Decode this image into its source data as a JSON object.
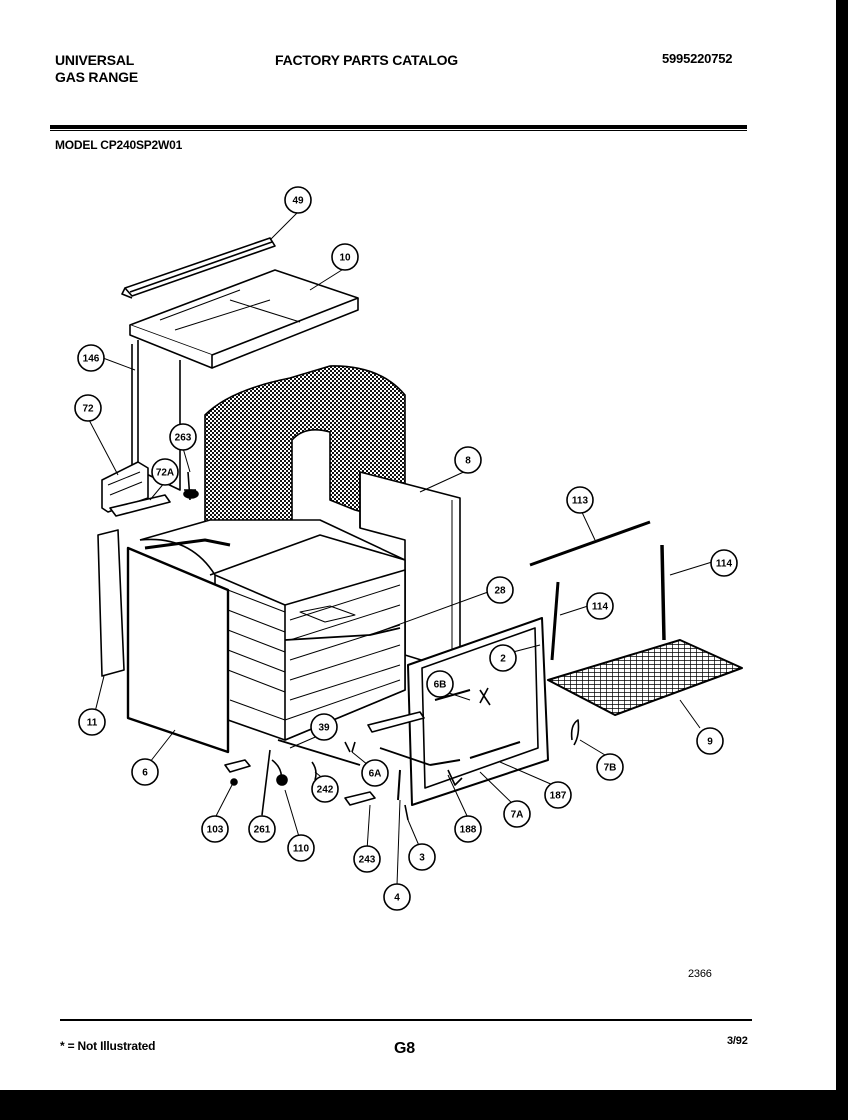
{
  "header": {
    "brand_line1": "UNIVERSAL",
    "brand_line2": "GAS RANGE",
    "catalog_title": "FACTORY PARTS CATALOG",
    "catalog_number": "5995220752",
    "model": "MODEL CP240SP2W01"
  },
  "diagram": {
    "drawing_code": "2366",
    "callouts": [
      "49",
      "10",
      "146",
      "72",
      "263",
      "72A",
      "8",
      "113",
      "114",
      "114",
      "28",
      "2",
      "6B",
      "11",
      "6",
      "39",
      "6A",
      "242",
      "103",
      "261",
      "110",
      "243",
      "4",
      "3",
      "188",
      "7A",
      "187",
      "7B",
      "9"
    ]
  },
  "footer": {
    "legend": "* = Not Illustrated",
    "page_code": "G8",
    "date": "3/92"
  }
}
